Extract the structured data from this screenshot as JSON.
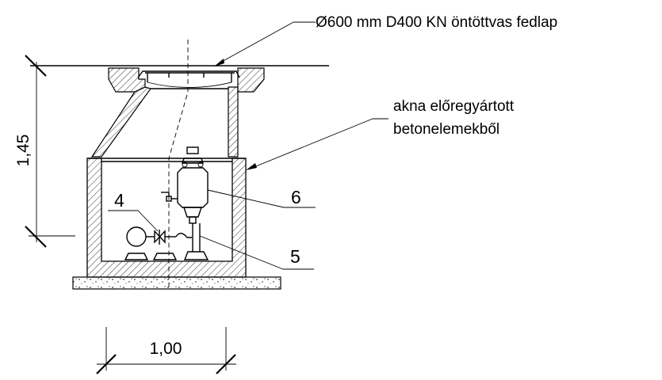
{
  "labels": {
    "cover": "Ø600 mm D400 KN öntöttvas fedlap",
    "shaft_line1": "akna előregyártott",
    "shaft_line2": "betonelemekből",
    "num6": "6",
    "num4": "4",
    "num5": "5"
  },
  "dimensions": {
    "height": "1,45",
    "width": "1,00"
  }
}
